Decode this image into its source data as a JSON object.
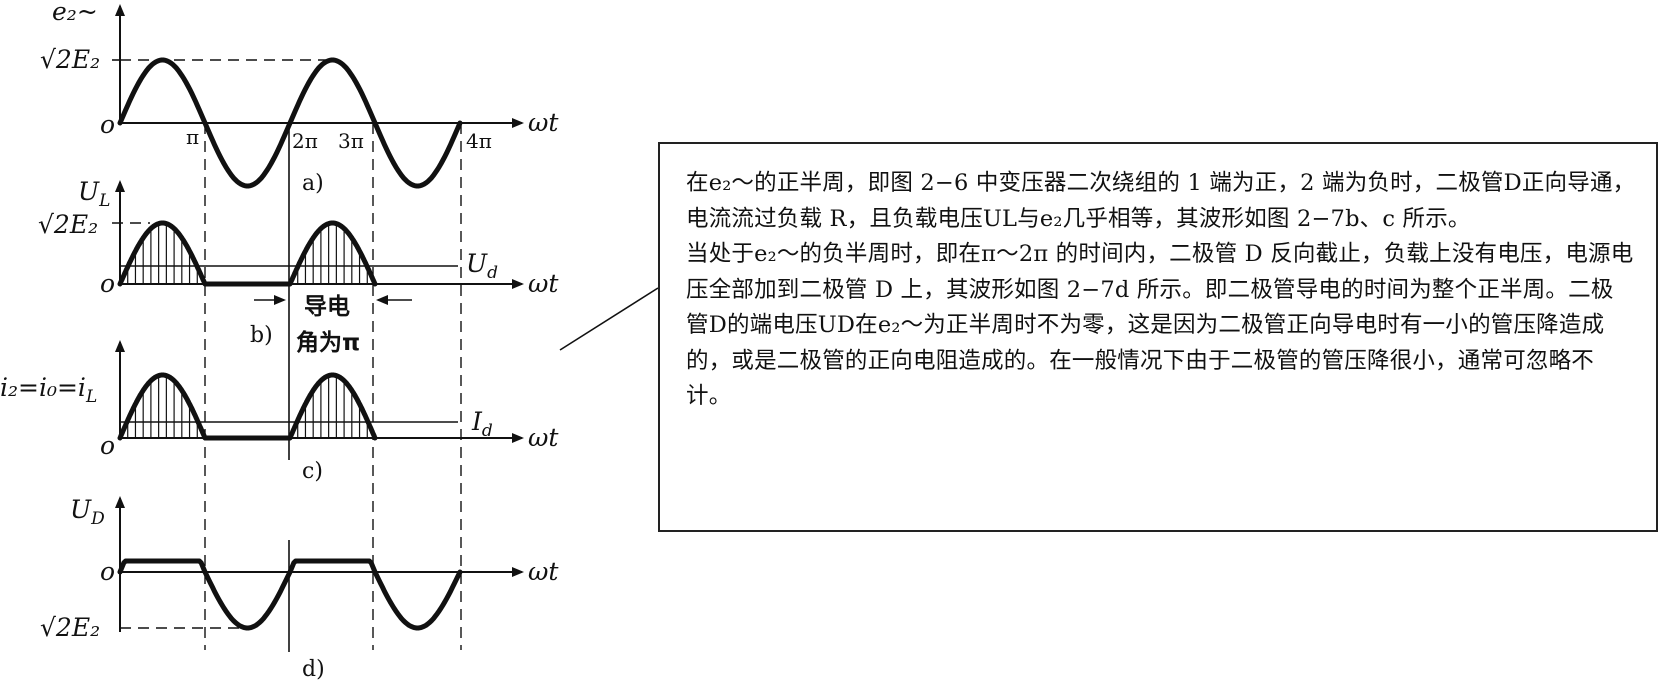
{
  "panels": {
    "a": {
      "caption": "a)",
      "y_label": "e₂~",
      "peak_label": "√2E₂",
      "origin": "o",
      "x_label": "ωt",
      "ticks": [
        "π",
        "2π",
        "3π",
        "4π"
      ]
    },
    "b": {
      "caption": "b)",
      "y_label": "U",
      "y_label_sub": "L",
      "peak_label": "√2E₂",
      "origin": "o",
      "x_label": "ωt",
      "avg_label": "U",
      "avg_label_sub": "d",
      "conduction_line1": "导电",
      "conduction_line2": "角为π"
    },
    "c": {
      "caption": "c)",
      "y_label": "i₂=i₀=i",
      "y_label_sub": "L",
      "origin": "o",
      "x_label": "ωt",
      "avg_label": "I",
      "avg_label_sub": "d"
    },
    "d": {
      "caption": "d)",
      "y_label": "U",
      "y_label_sub": "D",
      "origin": "o",
      "x_label": "ωt",
      "neg_peak_label": "√2E₂"
    }
  },
  "description": {
    "paragraphs": [
      "在e₂～的正半周，即图 2−6 中变压器二次绕组的 1 端为正，2 端为负时，二极管D正向导通，电流流过负载 R，且负载电压UL与e₂几乎相等，其波形如图 2−7b、c 所示。",
      "当处于e₂～的负半周时，即在π～2π 的时间内，二极管 D 反向截止，负载上没有电压，电源电压全部加到二极管 D 上，其波形如图 2−7d 所示。即二极管导电的时间为整个正半周。二极管D的端电压UD在e₂～为正半周时不为零，这是因为二极管正向导电时有一小的管压降造成的，或是二极管的正向电阻造成的。在一般情况下由于二极管的管压降很小，通常可忽略不计。"
    ]
  }
}
